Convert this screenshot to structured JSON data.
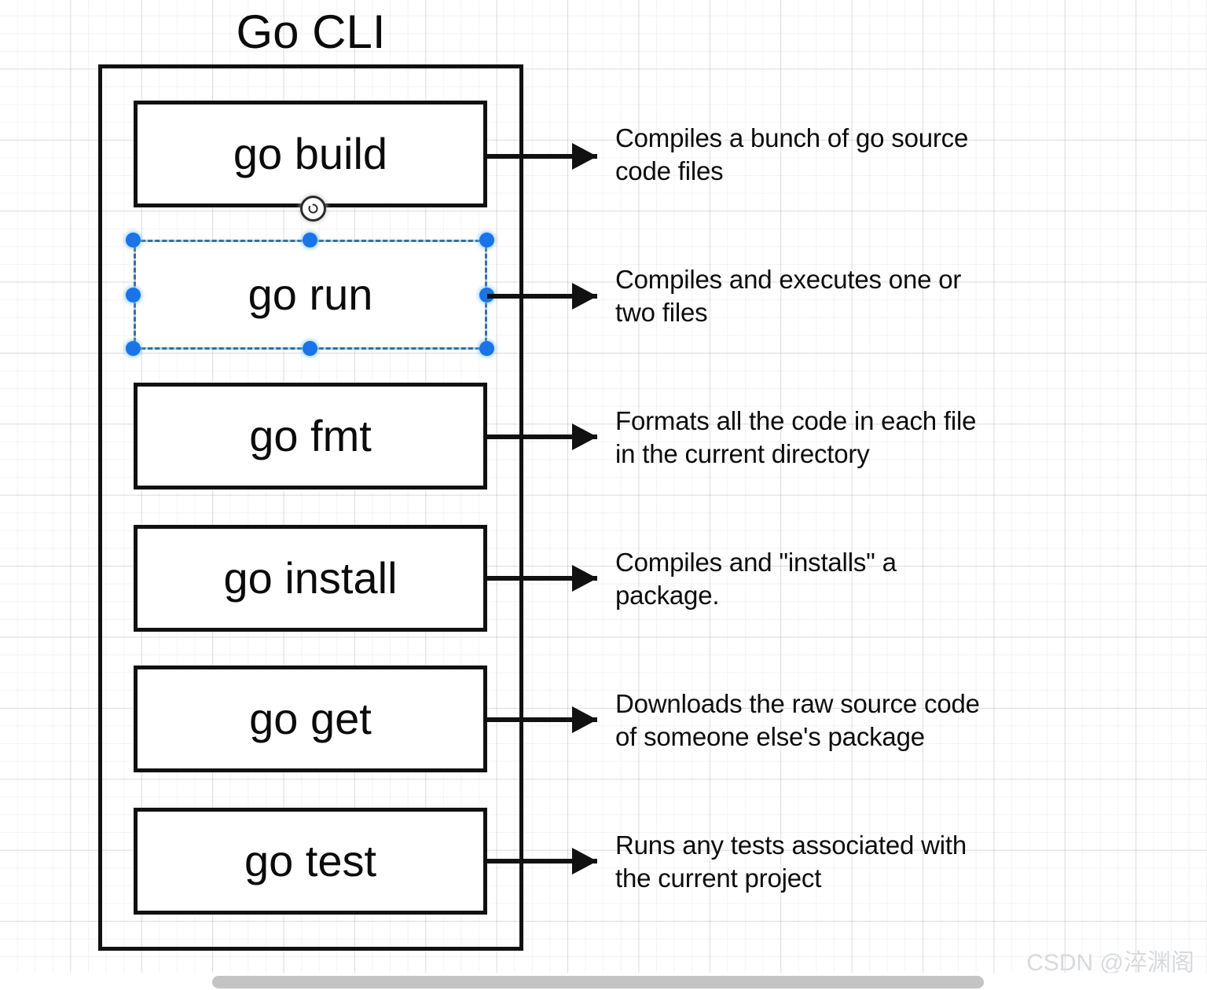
{
  "diagram": {
    "title": "Go CLI",
    "commands": [
      {
        "label": "go build",
        "description_lines": [
          "Compiles a bunch of go source",
          "code files"
        ],
        "selected": false
      },
      {
        "label": "go run",
        "description_lines": [
          "Compiles and executes one or",
          "two files"
        ],
        "selected": true
      },
      {
        "label": "go fmt",
        "description_lines": [
          "Formats all the code in each file",
          "in the current directory"
        ],
        "selected": false
      },
      {
        "label": "go install",
        "description_lines": [
          "Compiles and \"installs\" a",
          "package."
        ],
        "selected": false
      },
      {
        "label": "go get",
        "description_lines": [
          "Downloads the raw source code",
          "of someone else's package"
        ],
        "selected": false
      },
      {
        "label": "go test",
        "description_lines": [
          "Runs any tests associated with",
          "the current project"
        ],
        "selected": false
      }
    ]
  },
  "selection": {
    "handle_color": "#1a73e8",
    "rotate_icon": "rotate-icon"
  },
  "colors": {
    "stroke": "#111111",
    "text": "#0b0b0b",
    "background": "#ffffff",
    "grid_line": "#e8e8e8",
    "watermark": "#d8dade",
    "scrollbar_thumb": "#c4c4c4"
  },
  "watermark": {
    "text": "CSDN @淬渊阁"
  },
  "scrollbar": {
    "orientation": "horizontal"
  }
}
